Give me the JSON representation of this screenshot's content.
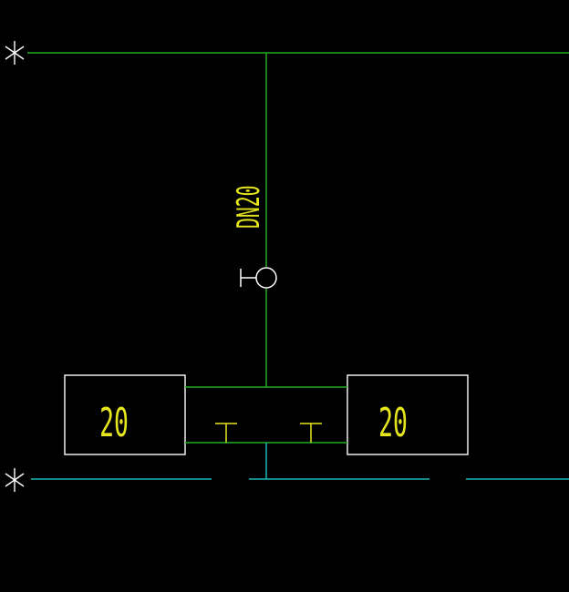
{
  "pipe_label": "DN20",
  "left_box": {
    "label": "20"
  },
  "right_box": {
    "label": "20"
  },
  "colors": {
    "background": "#000000",
    "supply_line": "#22aa22",
    "return_line": "#1fb5b5",
    "text": "#e6e61e",
    "outline": "#ffffff"
  },
  "icons": [
    "asterisk-marker-icon",
    "valve-icon",
    "tee-icon"
  ]
}
